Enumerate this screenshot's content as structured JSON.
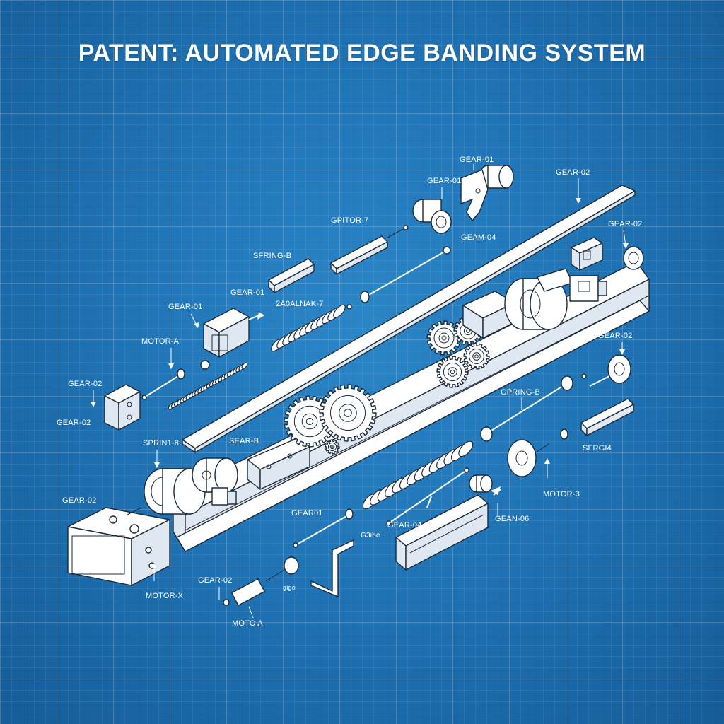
{
  "title": "PATENT: AUTOMATED EDGE BANDING SYSTEM",
  "colors": {
    "background": "#1f74b6",
    "grid": "#ffffff",
    "line": "#1b2a3a",
    "text": "#ffffff"
  },
  "labels": [
    {
      "id": "l1",
      "text": "GEAR-01"
    },
    {
      "id": "l2",
      "text": "GEAR-01"
    },
    {
      "id": "l3",
      "text": "GEAR-02"
    },
    {
      "id": "l4",
      "text": "GPITOR-7"
    },
    {
      "id": "l5",
      "text": "GEAM-04"
    },
    {
      "id": "l6",
      "text": "GEAR-02"
    },
    {
      "id": "l7",
      "text": "SFRING-B"
    },
    {
      "id": "l8",
      "text": "GEAR-01"
    },
    {
      "id": "l9",
      "text": "GEAR-01"
    },
    {
      "id": "l10",
      "text": "2A0ALNAK-7"
    },
    {
      "id": "l11",
      "text": "MOTOR-A"
    },
    {
      "id": "l12",
      "text": "GEAR-02"
    },
    {
      "id": "l13",
      "text": "GEAR-02"
    },
    {
      "id": "l14",
      "text": "GEAR-02"
    },
    {
      "id": "l15",
      "text": "GPRING-B"
    },
    {
      "id": "l16",
      "text": "SPRIN1-8"
    },
    {
      "id": "l17",
      "text": "SEAR-B"
    },
    {
      "id": "l18",
      "text": "SFRGI4"
    },
    {
      "id": "l19",
      "text": "MOTOR-3"
    },
    {
      "id": "l20",
      "text": "GEAR-02"
    },
    {
      "id": "l21",
      "text": "GEAR01"
    },
    {
      "id": "l22",
      "text": "GEAR-04"
    },
    {
      "id": "l23",
      "text": "GEAN-06"
    },
    {
      "id": "l24",
      "text": "G3ibe"
    },
    {
      "id": "l25",
      "text": "MOTOR-X"
    },
    {
      "id": "l26",
      "text": "GEAR-02"
    },
    {
      "id": "l27",
      "text": "MOTO A"
    },
    {
      "id": "l28",
      "text": "gigo"
    }
  ],
  "icons": [
    "gear-icon",
    "spring-icon",
    "motor-icon",
    "roller-icon",
    "bracket-icon",
    "arrow-icon"
  ]
}
